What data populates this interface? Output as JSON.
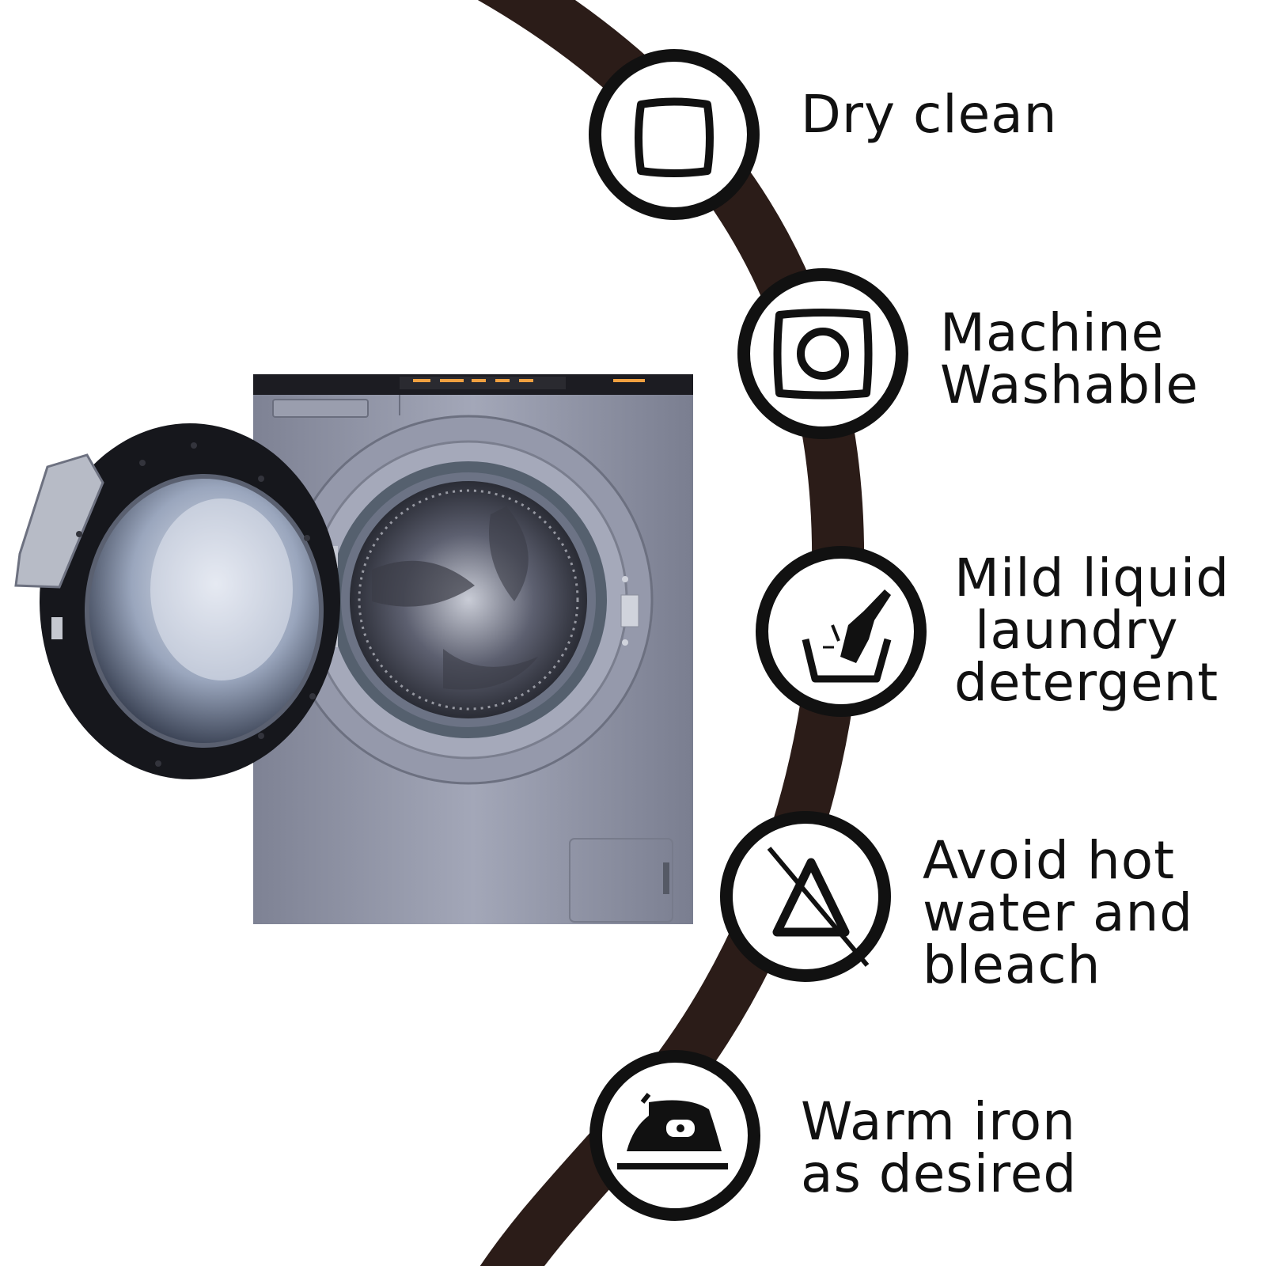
{
  "colors": {
    "arc": "#2b1c18",
    "icon_stroke": "#111111",
    "background": "#ffffff",
    "machine_body": "#8f93a5",
    "machine_top": "#1c1c22",
    "panel_text": "#f0a040"
  },
  "care_items": [
    {
      "icon": "square-icon",
      "lines": [
        "Dry clean"
      ]
    },
    {
      "icon": "circle-in-square-icon",
      "lines": [
        "Machine",
        "Washable"
      ]
    },
    {
      "icon": "hand-in-basin-icon",
      "lines": [
        "Mild liquid",
        "laundry",
        "detergent"
      ]
    },
    {
      "icon": "crossed-triangle-icon",
      "lines": [
        "Avoid hot",
        "water and",
        "bleach"
      ]
    },
    {
      "icon": "iron-icon",
      "lines": [
        "Warm iron",
        "as desired"
      ]
    }
  ],
  "machine": {
    "icon": "washing-machine-icon"
  }
}
